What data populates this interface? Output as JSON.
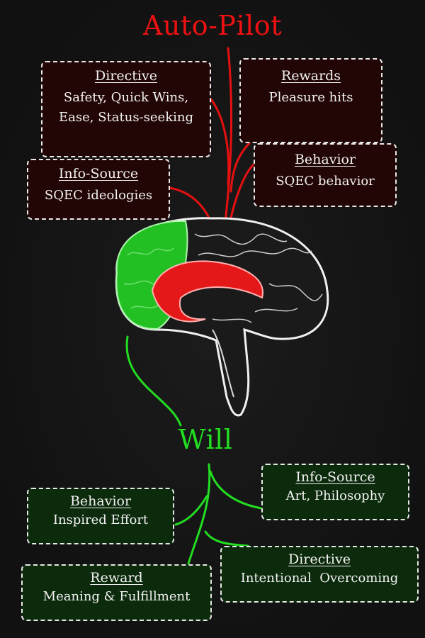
{
  "autopilot": {
    "title": "Auto-Pilot",
    "color": "#ee1111",
    "directive": {
      "heading": "Directive",
      "line1": "Safety, Quick Wins,",
      "line2": "Ease, Status-seeking"
    },
    "rewards": {
      "heading": "Rewards",
      "body": "Pleasure hits"
    },
    "info_source": {
      "heading": "Info-Source",
      "body": "SQEC ideologies"
    },
    "behavior": {
      "heading": "Behavior",
      "body": "SQEC behavior"
    }
  },
  "will": {
    "title": "Will",
    "color": "#22dd22",
    "info_source": {
      "heading": "Info-Source",
      "body": "Art, Philosophy"
    },
    "behavior": {
      "heading": "Behavior",
      "body": "Inspired Effort"
    },
    "reward": {
      "heading": "Reward",
      "body": "Meaning & Fulfillment"
    },
    "directive": {
      "heading": "Directive",
      "body": "Intentional  Overcoming"
    }
  }
}
